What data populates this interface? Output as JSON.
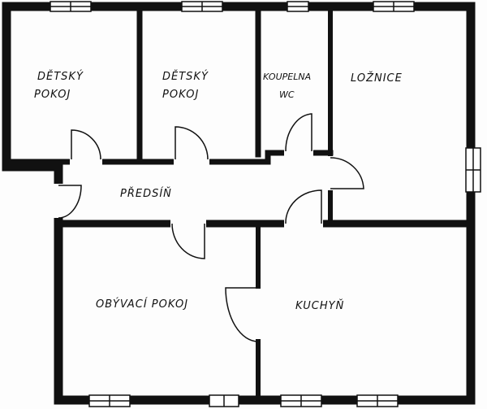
{
  "rooms": {
    "kids1": {
      "line1": "DĚTSKÝ",
      "line2": "POKOJ"
    },
    "kids2": {
      "line1": "DĚTSKÝ",
      "line2": "POKOJ"
    },
    "bath": {
      "line1": "KOUPELNA",
      "line2": "WC"
    },
    "bedroom": {
      "name": "LOŽNICE"
    },
    "hall": {
      "name": "PŘEDSÍŇ"
    },
    "living": {
      "name": "OBÝVACÍ POKOJ"
    },
    "kitchen": {
      "name": "KUCHYŇ"
    }
  }
}
